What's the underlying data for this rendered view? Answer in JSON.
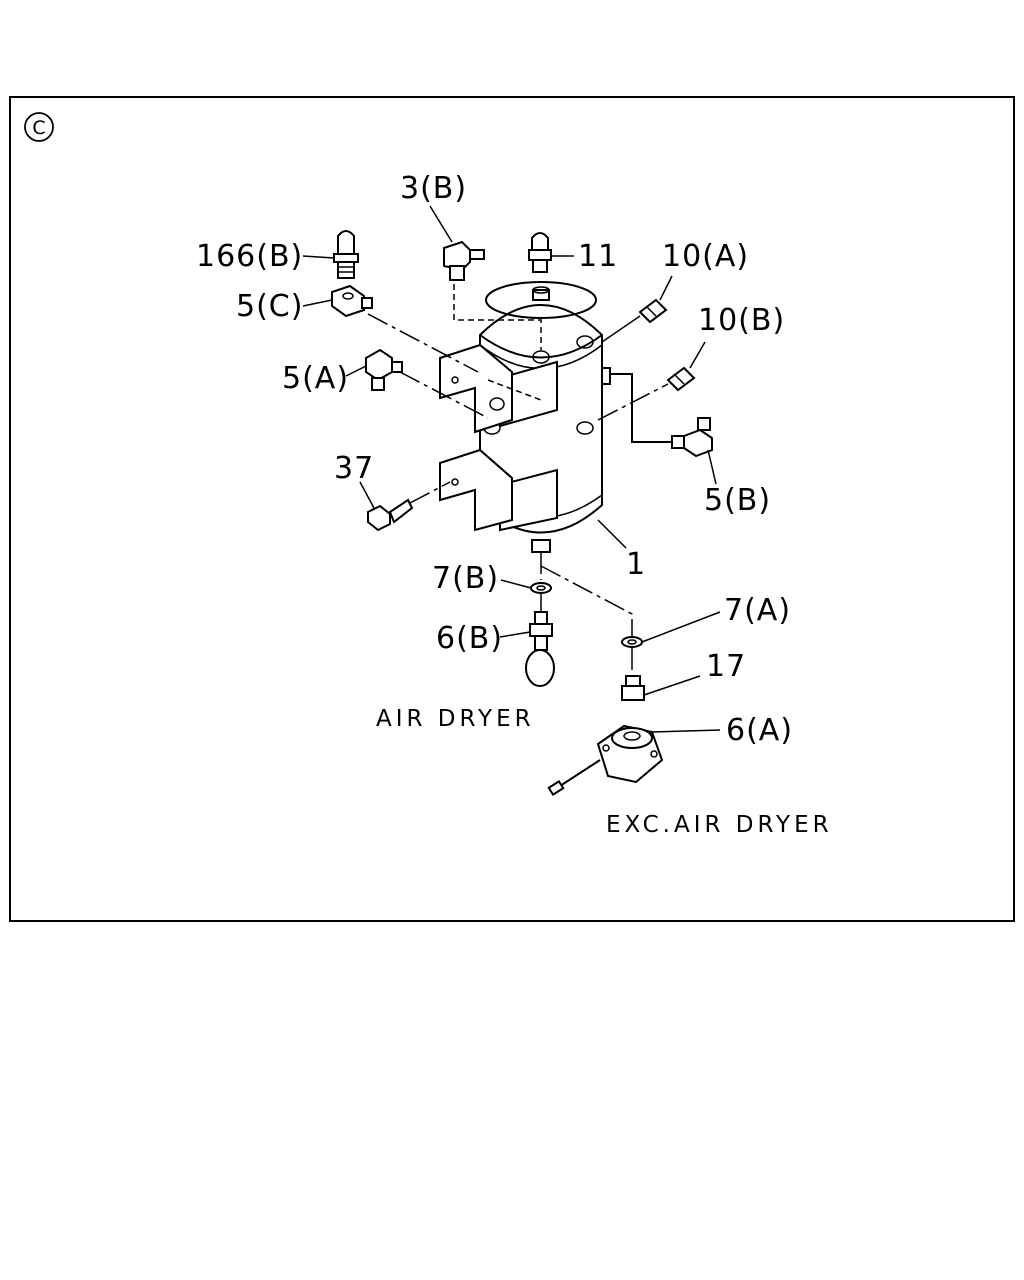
{
  "view_marker": "C",
  "callouts": {
    "p166b": "166(B)",
    "p3b": "3(B)",
    "p11": "11",
    "p10a": "10(A)",
    "p10b": "10(B)",
    "p5c": "5(C)",
    "p5a": "5(A)",
    "p5b": "5(B)",
    "p37": "37",
    "p1": "1",
    "p7b": "7(B)",
    "p6b": "6(B)",
    "p7a": "7(A)",
    "p17": "17",
    "p6a": "6(A)"
  },
  "captions": {
    "air_dryer": "AIR DRYER",
    "exc_air_dryer": "EXC.AIR DRYER"
  }
}
